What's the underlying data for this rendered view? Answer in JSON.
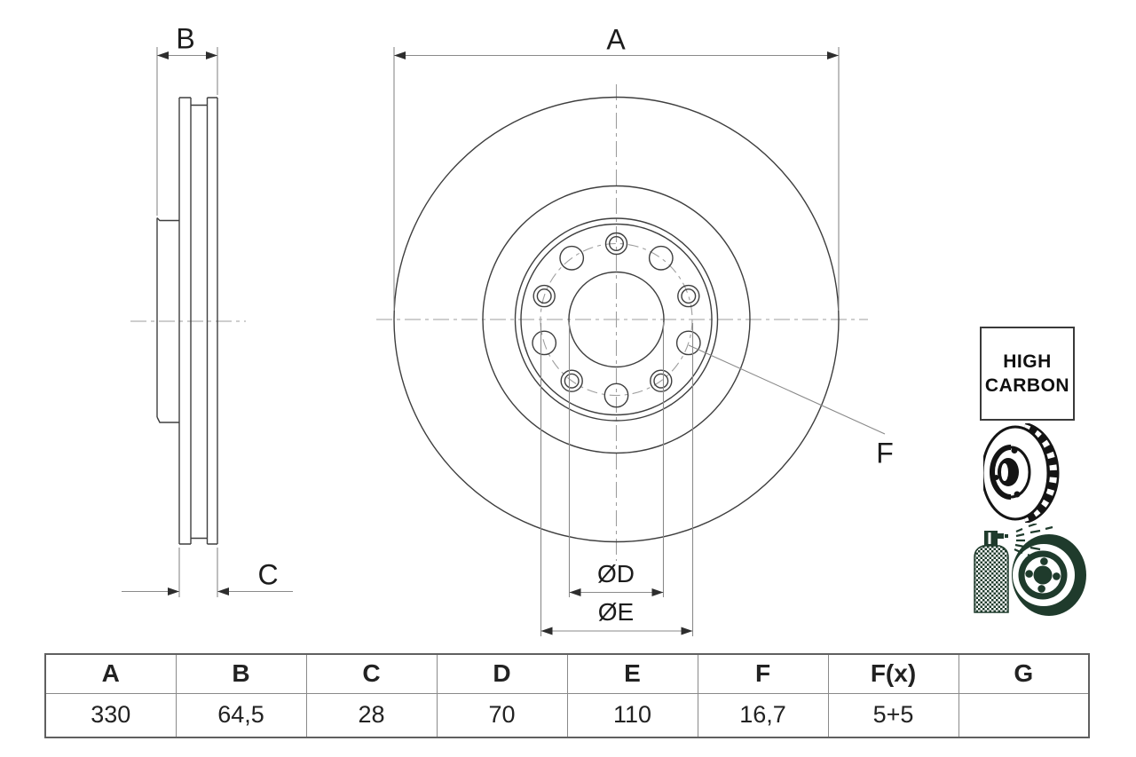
{
  "drawing": {
    "labels": {
      "outer_diameter": "A",
      "total_width": "B",
      "thickness": "C",
      "hole": "F",
      "bore_diameter": "ØD",
      "pitch_circle_diameter": "ØE"
    }
  },
  "badge": {
    "line1": "HIGH",
    "line2": "CARBON"
  },
  "icons": {
    "disc": "vented-brake-disc-icon",
    "spray": "spray-coating-icon"
  },
  "table": {
    "headers": [
      "A",
      "B",
      "C",
      "D",
      "E",
      "F",
      "F(x)",
      "G"
    ],
    "values": [
      "330",
      "64,5",
      "28",
      "70",
      "110",
      "16,7",
      "5+5",
      ""
    ]
  },
  "colors": {
    "object-line": "#3e3e3e",
    "dim-line": "#8a8a8a",
    "centerline": "#9e9e9e",
    "arrow": "#2e2e2e",
    "text": "#1c1c1c",
    "table-border": "#8a8a8a",
    "icon-black": "#141414",
    "icon-green": "#1f3b2c",
    "background": "#ffffff"
  }
}
